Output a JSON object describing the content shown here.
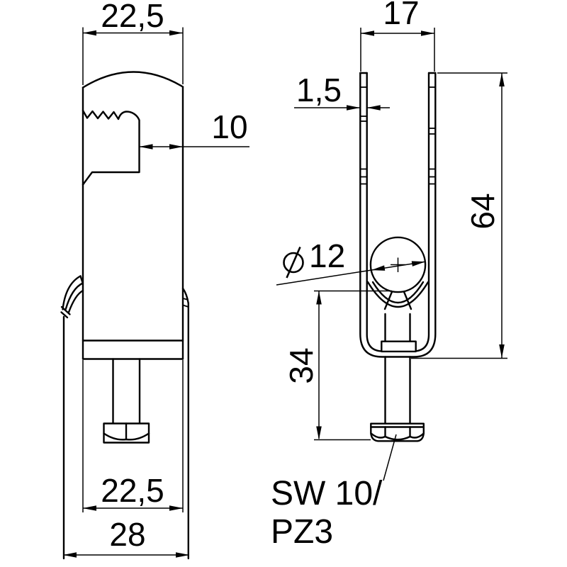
{
  "title": "clamp-technical-drawing",
  "colors": {
    "line": "#000000",
    "background": "#ffffff"
  },
  "side_view": {
    "dim_width_top": "22,5",
    "dim_jaw_opening": "10",
    "dim_width_bottom": "22,5",
    "dim_overall_width": "28"
  },
  "front_view": {
    "dim_width": "17",
    "dim_material_thickness": "1,5",
    "dim_height": "64",
    "dim_ball_diameter": "12",
    "dim_bolt_length": "34",
    "label_drive_line1": "SW 10/",
    "label_drive_line2": "PZ3"
  }
}
